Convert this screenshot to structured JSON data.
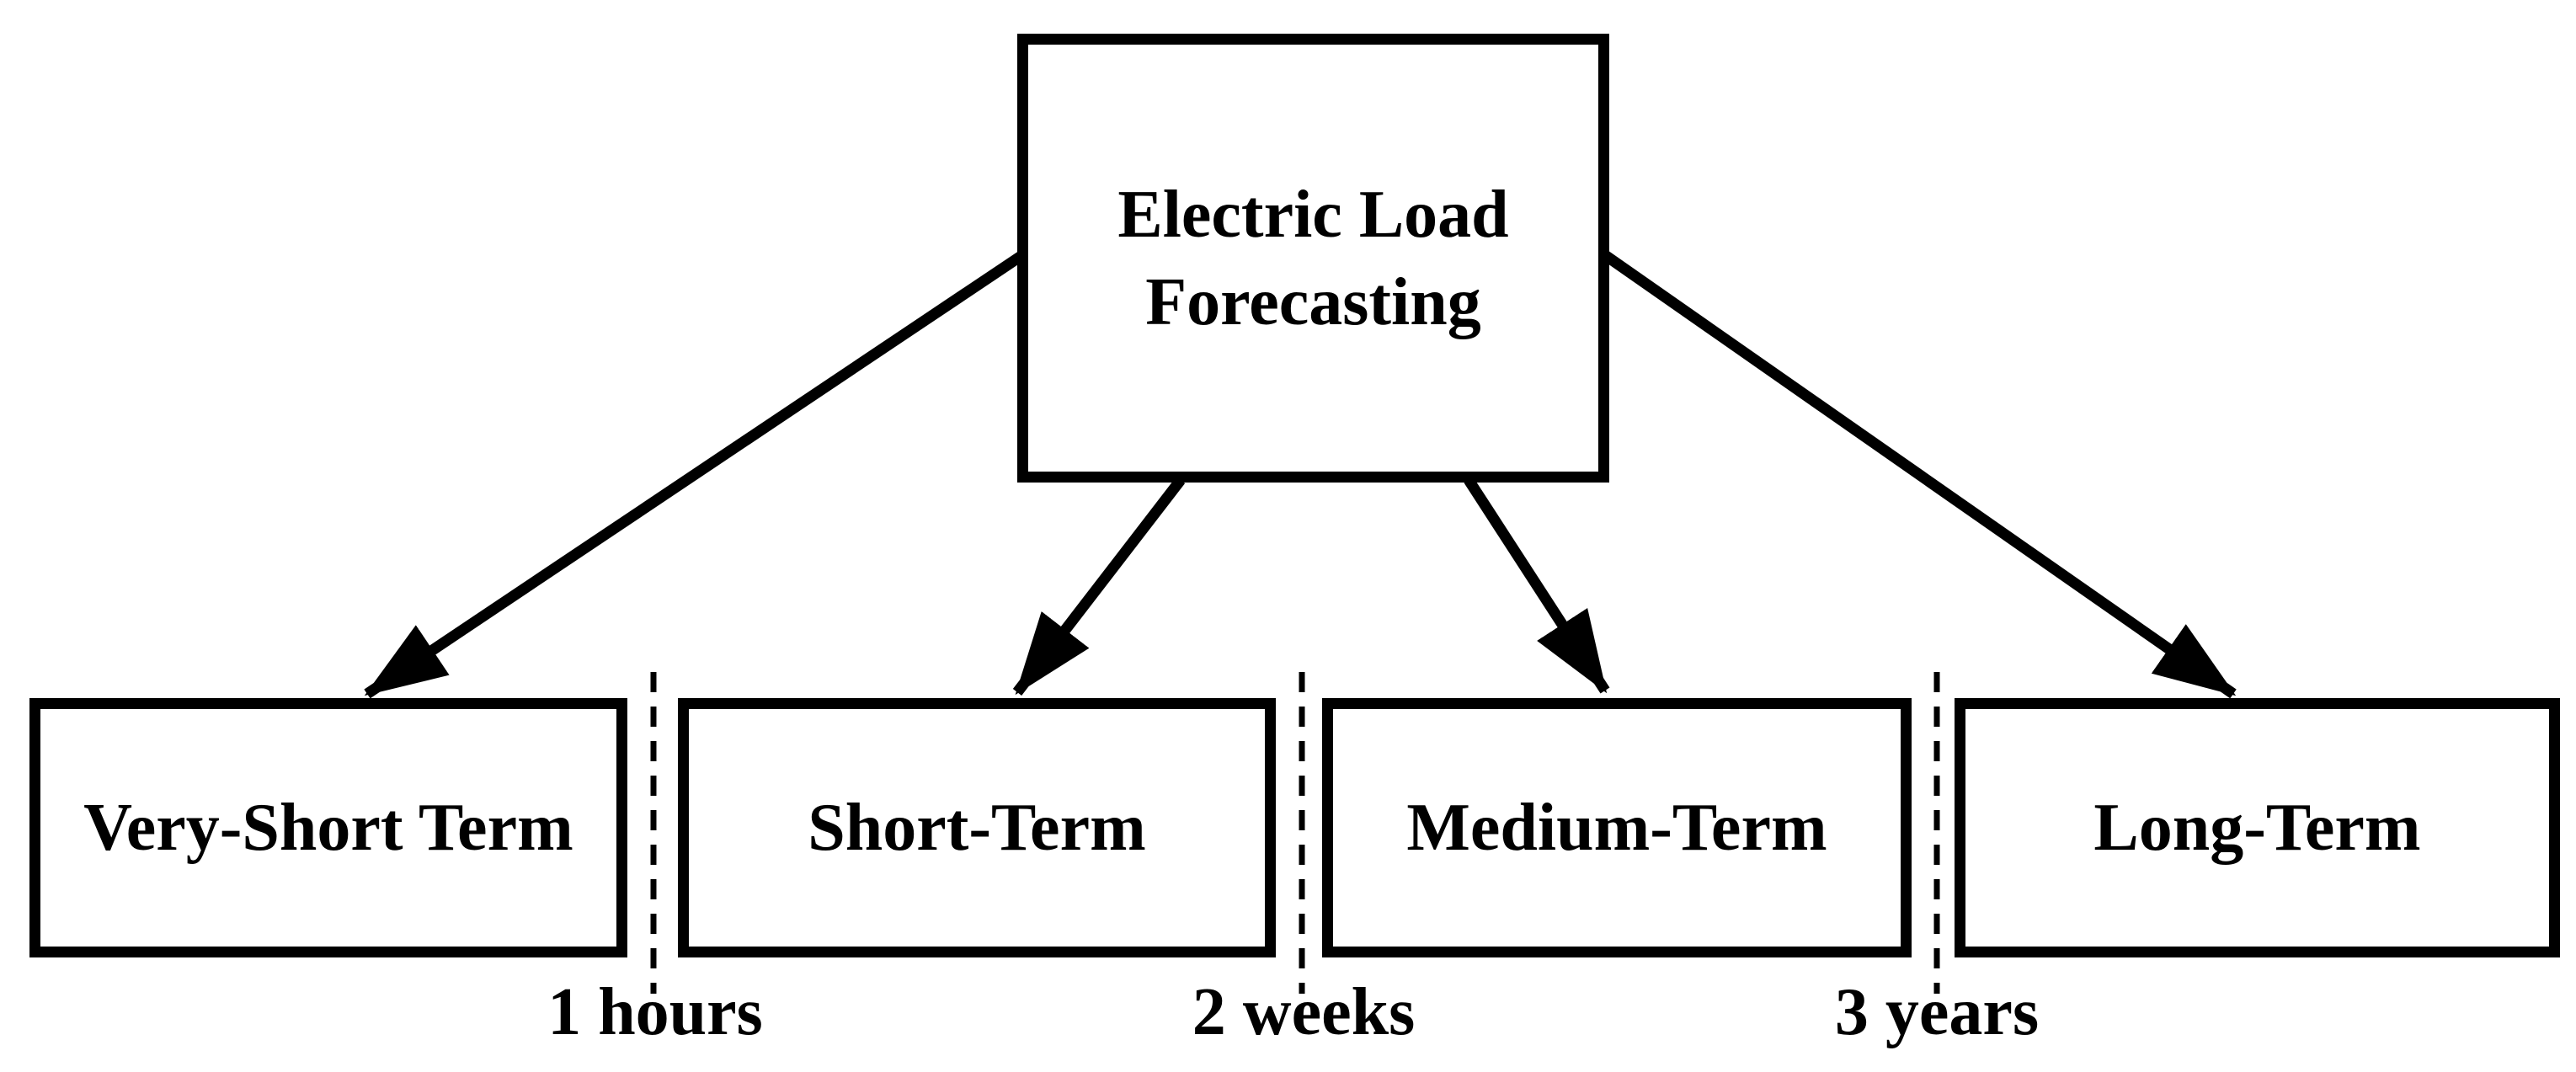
{
  "diagram": {
    "root": {
      "label": "Electric Load Forecasting"
    },
    "categories": [
      {
        "label": "Very-Short Term"
      },
      {
        "label": "Short-Term"
      },
      {
        "label": "Medium-Term"
      },
      {
        "label": "Long-Term"
      }
    ],
    "thresholds": [
      {
        "label": "1 hours"
      },
      {
        "label": "2 weeks"
      },
      {
        "label": "3 years"
      }
    ],
    "colors": {
      "line": "#000000",
      "text": "#000000",
      "background": "#ffffff"
    }
  }
}
